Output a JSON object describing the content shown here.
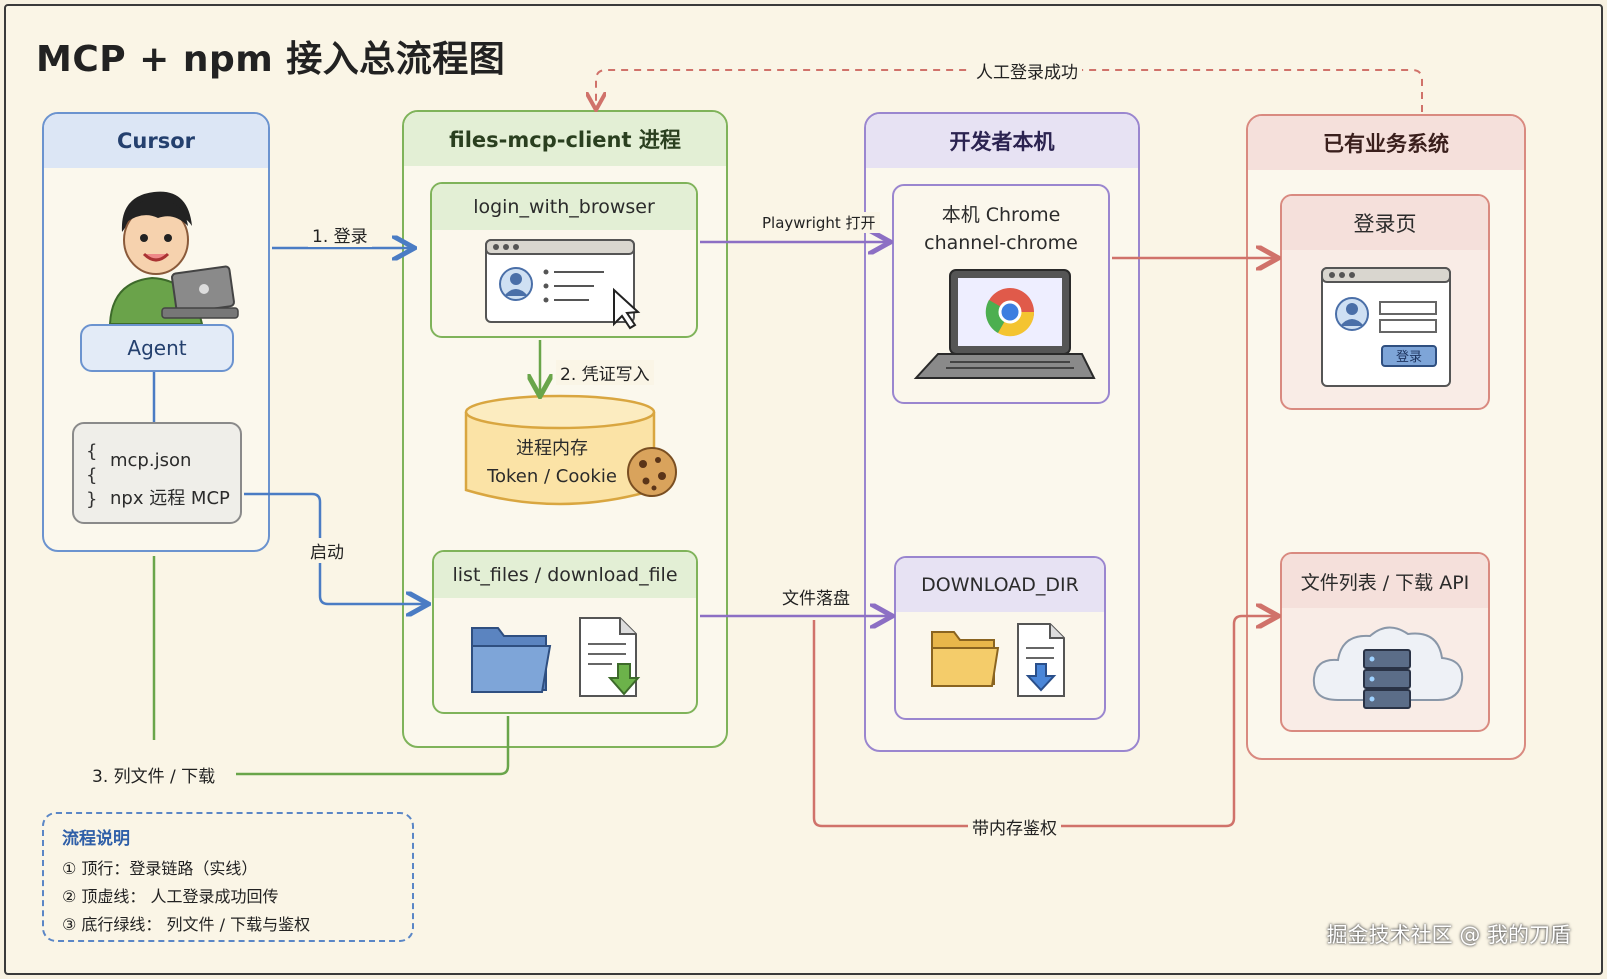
{
  "title": "MCP + npm 接入总流程图",
  "panels": {
    "cursor": {
      "title": "Cursor",
      "agent": "Agent",
      "config_lines": [
        "mcp.json",
        "npx 远程 MCP"
      ]
    },
    "client": {
      "title": "files-mcp-client 进程",
      "login": "login_with_browser",
      "memory_lines": [
        "进程内存",
        "Token / Cookie"
      ],
      "files": "list_files / download_file"
    },
    "local": {
      "title": "开发者本机",
      "chrome_lines": [
        "本机 Chrome",
        "channel-chrome"
      ],
      "download_dir": "DOWNLOAD_DIR"
    },
    "business": {
      "title": "已有业务系统",
      "login_page": "登录页",
      "login_btn": "登录",
      "api": "文件列表 / 下载 API"
    }
  },
  "arrows": {
    "login": "1. 登录",
    "credential": "2. 凭证写入",
    "start": "启动",
    "list_download": "3. 列文件 / 下载",
    "playwright": "Playwright 打开",
    "files_land": "文件落盘",
    "manual_login": "人工登录成功",
    "with_auth": "带内存鉴权"
  },
  "notes": {
    "title": "流程说明",
    "lines": [
      "① 顶行：登录链路（实线）",
      "② 顶虚线： 人工登录成功回传",
      "③ 底行绿线： 列文件 / 下载与鉴权"
    ]
  },
  "watermark": "掘金技术社区 @ 我的刀盾",
  "colors": {
    "blue": "#4a7cc4",
    "green": "#69a54a",
    "purple": "#8c6fc4",
    "red": "#d0726a",
    "yellow": "#e8b64a"
  }
}
